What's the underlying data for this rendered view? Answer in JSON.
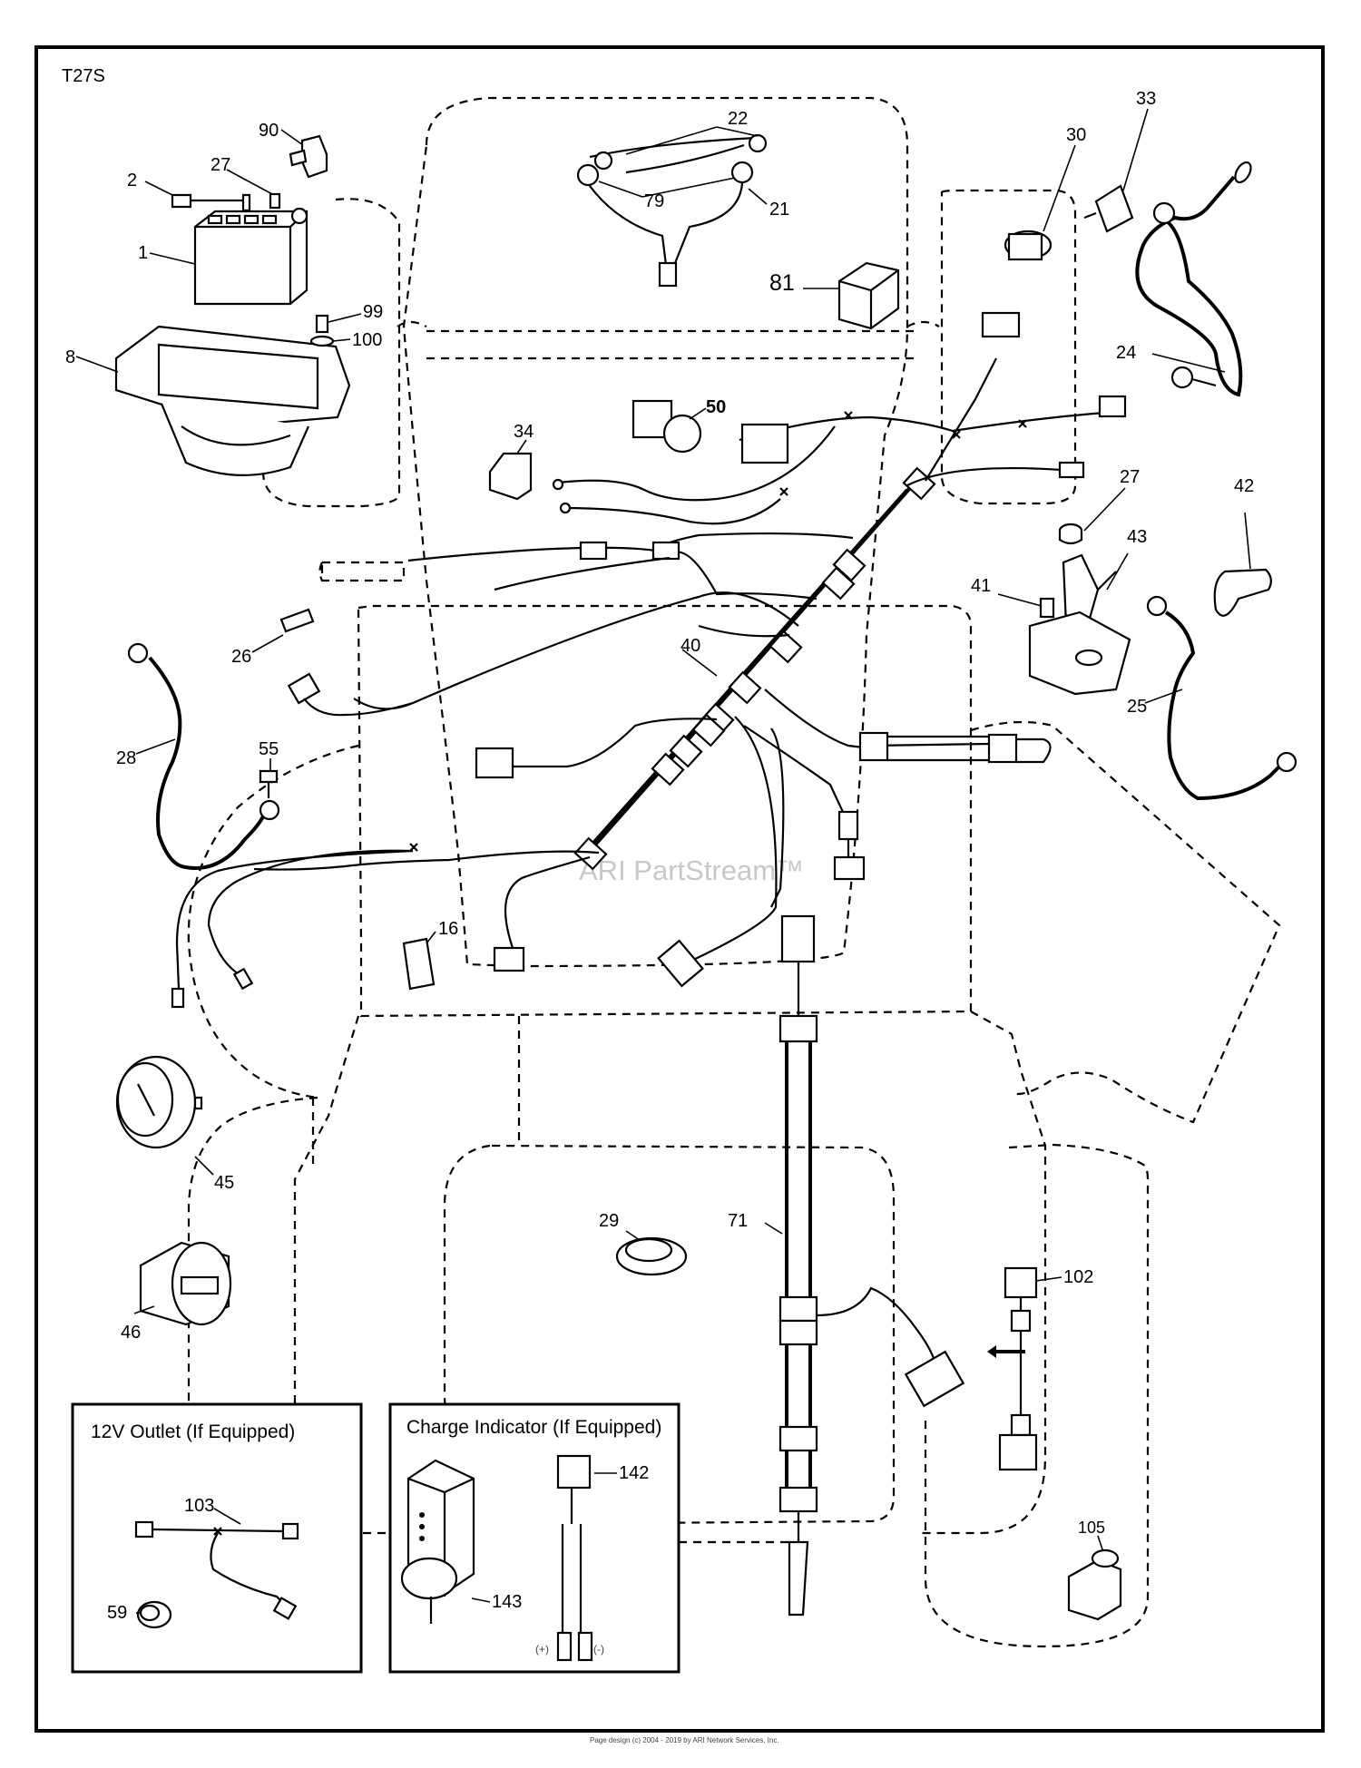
{
  "diagram_code": "T27S",
  "watermark": "ARI PartStream™",
  "footer_note": "Page design (c) 2004 - 2019 by ARI Network Services, Inc.",
  "inset_outlet": {
    "title": "12V Outlet (If Equipped)"
  },
  "inset_charge": {
    "title": "Charge Indicator (If Equipped)",
    "plus_label": "(+)",
    "minus_label": "(-)"
  },
  "callouts": {
    "c1": "1",
    "c2": "2",
    "c8": "8",
    "c16": "16",
    "c21": "21",
    "c22": "22",
    "c24": "24",
    "c25": "25",
    "c26": "26",
    "c27a": "27",
    "c27b": "27",
    "c28": "28",
    "c29": "29",
    "c30": "30",
    "c33": "33",
    "c34": "34",
    "c40": "40",
    "c41": "41",
    "c42": "42",
    "c43": "43",
    "c45": "45",
    "c46": "46",
    "c50": "50",
    "c55": "55",
    "c59": "59",
    "c71": "71",
    "c79": "79",
    "c81": "81",
    "c90": "90",
    "c99": "99",
    "c100": "100",
    "c102": "102",
    "c103": "103",
    "c105": "105",
    "c142": "142",
    "c143": "143"
  }
}
